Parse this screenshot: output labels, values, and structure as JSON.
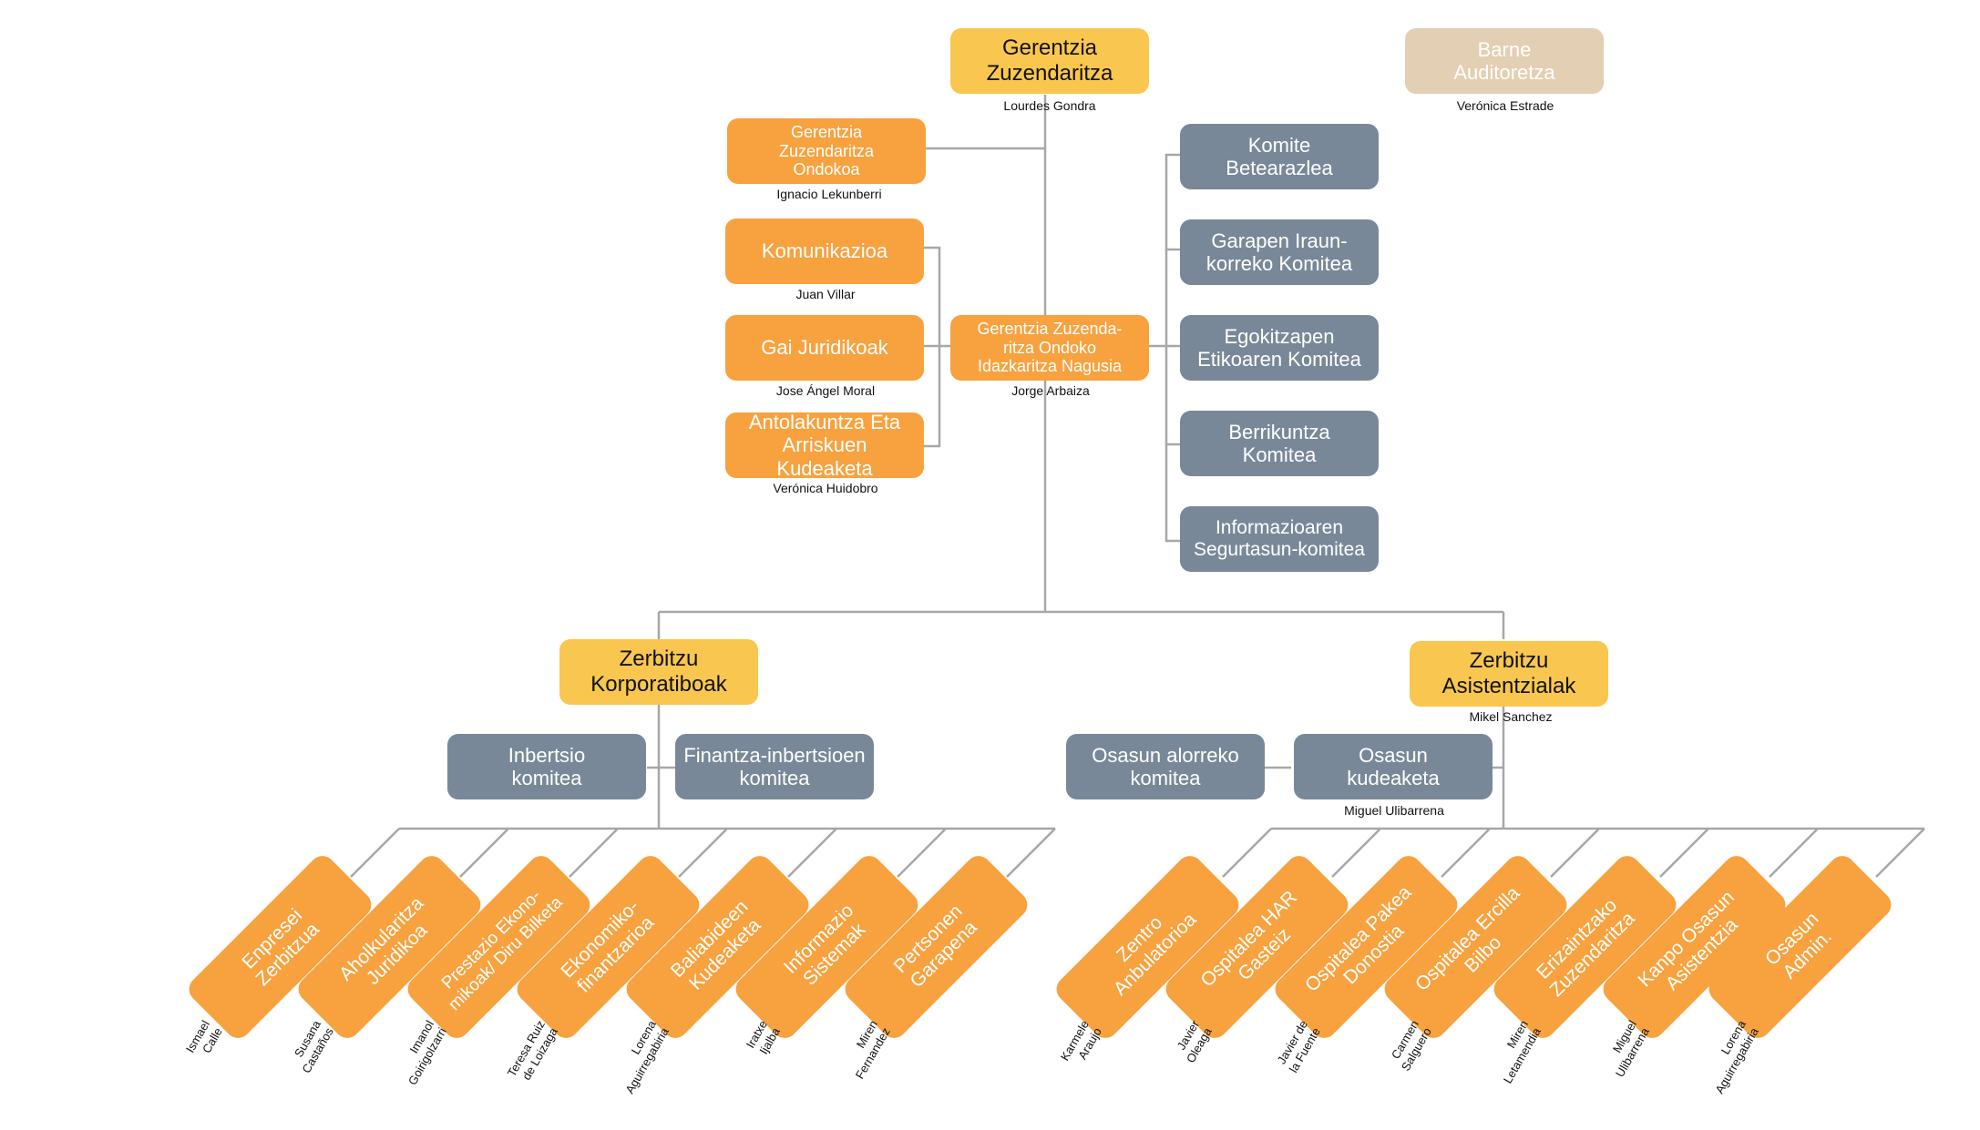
{
  "top": {
    "gerentzia": {
      "label": "Gerentzia\nZuzendaritza",
      "name": "Lourdes Gondra"
    },
    "barne": {
      "label": "Barne\nAuditoretza",
      "name": "Verónica Estrade"
    },
    "ondokoa": {
      "label": "Gerentzia\nZuzendaritza\nOndokoa",
      "name": "Ignacio Lekunberri"
    },
    "komunikazioa": {
      "label": "Komunikazioa",
      "name": "Juan Villar"
    },
    "juridikoak": {
      "label": "Gai Juridikoak",
      "name": "Jose Ángel Moral"
    },
    "antolakuntza": {
      "label": "Antolakuntza Eta\nArriskuen Kudeaketa",
      "name": "Verónica Huidobro"
    },
    "idazkaritza": {
      "label": "Gerentzia Zuzenda-\nritza Ondoko\nIdazkaritza Nagusia",
      "name": "Jorge Arbaiza"
    }
  },
  "committees": [
    {
      "label": "Komite\nBetearazlea"
    },
    {
      "label": "Garapen Iraun-\nkorreko Komitea"
    },
    {
      "label": "Egokitzapen\nEtikoaren Komitea"
    },
    {
      "label": "Berrikuntza\nKomitea"
    },
    {
      "label": "Informazioaren\nSegurtasun-komitea"
    }
  ],
  "korporatiboak": {
    "label": "Zerbitzu\nKorporatiboak",
    "committees": [
      {
        "label": "Inbertsio\nkomitea"
      },
      {
        "label": "Finantza-inbertsioen\nkomitea"
      }
    ],
    "units": [
      {
        "label": "Enpresei\nZerbitzua",
        "name": "Ismael\nCalle"
      },
      {
        "label": "Aholkularitza\nJuridikoa",
        "name": "Susana\nCastaños"
      },
      {
        "label": "Prestazio Ekono-\nmikoak/ Diru Bilketa",
        "name": "Imanol\nGoirigolzarri"
      },
      {
        "label": "Ekonomiko-\nfinantzarioa",
        "name": "Teresa Ruiz\nde Loizaga"
      },
      {
        "label": "Baliabideen\nKudeaketa",
        "name": "Lorena\nAguirregabiria"
      },
      {
        "label": "Informazio\nSistemak",
        "name": "Iratxe\nIjalba"
      },
      {
        "label": "Pertsonen\nGarapena",
        "name": "Miren\nFernandez"
      }
    ]
  },
  "asistentzialak": {
    "label": "Zerbitzu\nAsistentzialak",
    "name": "Mikel Sanchez",
    "committee": {
      "label": "Osasun alorreko\nkomitea"
    },
    "kudeaketa": {
      "label": "Osasun\nkudeaketa",
      "name": "Miguel Ulibarrena"
    },
    "units": [
      {
        "label": "Zentro\nAnbulatorioa",
        "name": "Karmele\nAraujo"
      },
      {
        "label": "Ospitalea HAR\nGasteiz",
        "name": "Javier\nOleaga"
      },
      {
        "label": "Ospitalea Pakea\nDonostia",
        "name": "Javier de\nla Fuente"
      },
      {
        "label": "Ospitalea Ercilla\nBilbo",
        "name": "Carmen\nSalguero"
      },
      {
        "label": "Erizaintzako\nZuzendaritza",
        "name": "Miren\nLetamendia"
      },
      {
        "label": "Kanpo Osasun\nAsistentzia",
        "name": "Miguel\nUlibarrena"
      },
      {
        "label": "Osasun\nAdmin.",
        "name": "Lorena\nAguirregabiria"
      }
    ]
  },
  "colors": {
    "yellow": "#f9c74f",
    "orange": "#f7a23f",
    "grey": "#798898",
    "beige": "#e3cfb3",
    "line": "#a7a7a7"
  }
}
